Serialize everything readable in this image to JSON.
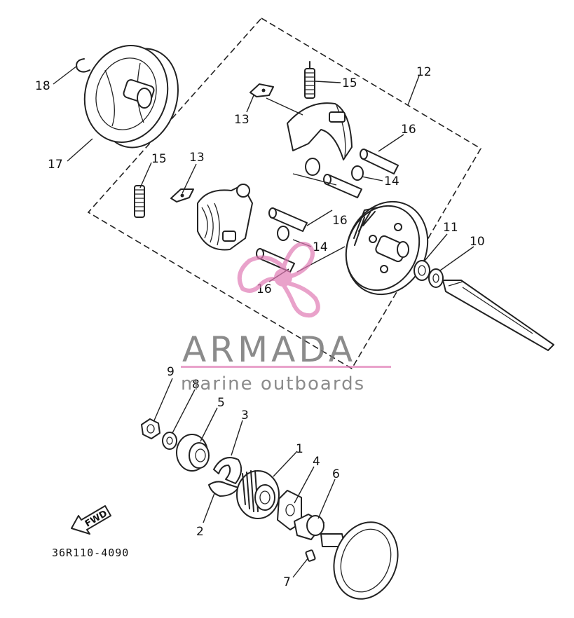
{
  "diagram": {
    "part_code": "36R110-4090",
    "fwd_label": "FWD",
    "callouts": [
      "1",
      "2",
      "3",
      "4",
      "5",
      "6",
      "7",
      "8",
      "9",
      "10",
      "11",
      "12",
      "13",
      "13",
      "14",
      "14",
      "15",
      "15",
      "16",
      "16",
      "16",
      "17",
      "18"
    ]
  },
  "watermark": {
    "brand": "ARMADA",
    "tagline": "marine outboards",
    "colors": {
      "accent": "#e07bb5",
      "text": "#777777"
    }
  }
}
